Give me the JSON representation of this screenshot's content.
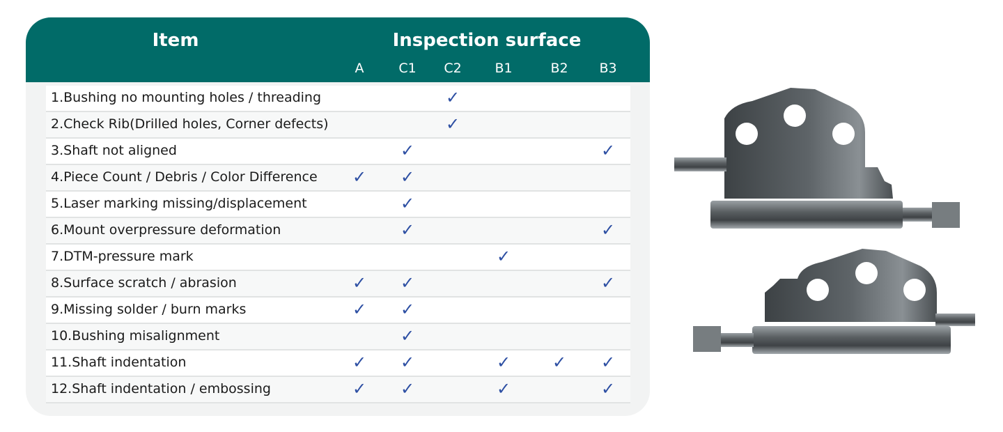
{
  "header": {
    "item": "Item",
    "inspection": "Inspection surface"
  },
  "columns": [
    "A",
    "C1",
    "C2",
    "B1",
    "B2",
    "B3"
  ],
  "check_glyph": "✓",
  "colors": {
    "header": "#016b68",
    "check": "#2d4fa3"
  },
  "rows": [
    {
      "label": "1.Bushing no mounting holes / threading",
      "checks": [
        "C2"
      ]
    },
    {
      "label": "2.Check Rib(Drilled holes, Corner defects)",
      "checks": [
        "C2"
      ]
    },
    {
      "label": "3.Shaft not aligned",
      "checks": [
        "C1",
        "B3"
      ]
    },
    {
      "label": "4.Piece Count / Debris / Color Difference",
      "checks": [
        "A",
        "C1"
      ]
    },
    {
      "label": "5.Laser marking missing/displacement",
      "checks": [
        "C1"
      ]
    },
    {
      "label": "6.Mount overpressure deformation",
      "checks": [
        "C1",
        "B3"
      ]
    },
    {
      "label": "7.DTM-pressure mark",
      "checks": [
        "B1"
      ]
    },
    {
      "label": "8.Surface scratch / abrasion",
      "checks": [
        "A",
        "C1",
        "B3"
      ]
    },
    {
      "label": "9.Missing solder / burn marks",
      "checks": [
        "A",
        "C1"
      ]
    },
    {
      "label": "10.Bushing misalignment",
      "checks": [
        "C1"
      ]
    },
    {
      "label": "11.Shaft indentation",
      "checks": [
        "A",
        "C1",
        "B1",
        "B2",
        "B3"
      ]
    },
    {
      "label": "12.Shaft indentation / embossing",
      "checks": [
        "A",
        "C1",
        "B1",
        "B3"
      ]
    }
  ]
}
